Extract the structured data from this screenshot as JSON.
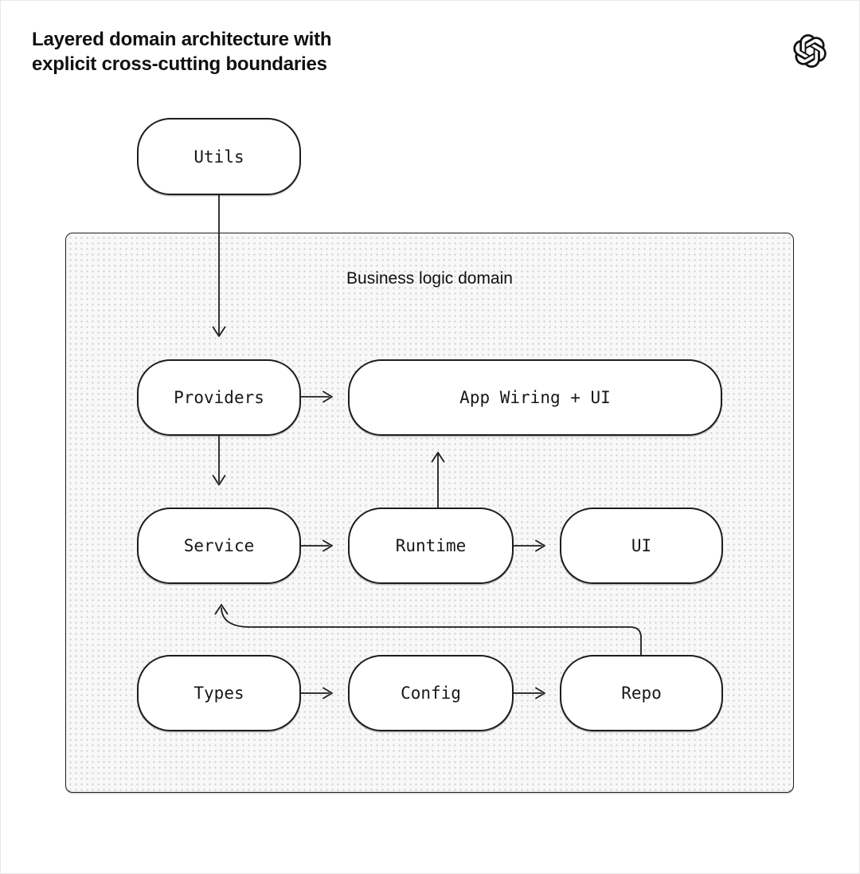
{
  "title": {
    "lines": [
      "Layered domain architecture with",
      "explicit cross-cutting boundaries"
    ]
  },
  "logo": {
    "name": "openai-logo"
  },
  "domain": {
    "label": "Business logic domain"
  },
  "nodes": {
    "utils": {
      "label": "Utils"
    },
    "providers": {
      "label": "Providers"
    },
    "app_wiring": {
      "label": "App Wiring + UI"
    },
    "service": {
      "label": "Service"
    },
    "runtime": {
      "label": "Runtime"
    },
    "ui": {
      "label": "UI"
    },
    "types": {
      "label": "Types"
    },
    "config": {
      "label": "Config"
    },
    "repo": {
      "label": "Repo"
    }
  },
  "edges": [
    {
      "from": "Utils",
      "to": "Providers"
    },
    {
      "from": "Providers",
      "to": "App Wiring + UI"
    },
    {
      "from": "Providers",
      "to": "Service"
    },
    {
      "from": "Service",
      "to": "Runtime"
    },
    {
      "from": "Runtime",
      "to": "UI"
    },
    {
      "from": "Runtime",
      "to": "App Wiring + UI"
    },
    {
      "from": "Types",
      "to": "Config"
    },
    {
      "from": "Config",
      "to": "Repo"
    },
    {
      "from": "Repo",
      "to": "Service"
    }
  ],
  "colors": {
    "ink": "#1d1d1d",
    "node_fill": "#ffffff",
    "domain_fill": "#f8f8f8",
    "dot": "#cccccc",
    "page": "#ffffff"
  }
}
